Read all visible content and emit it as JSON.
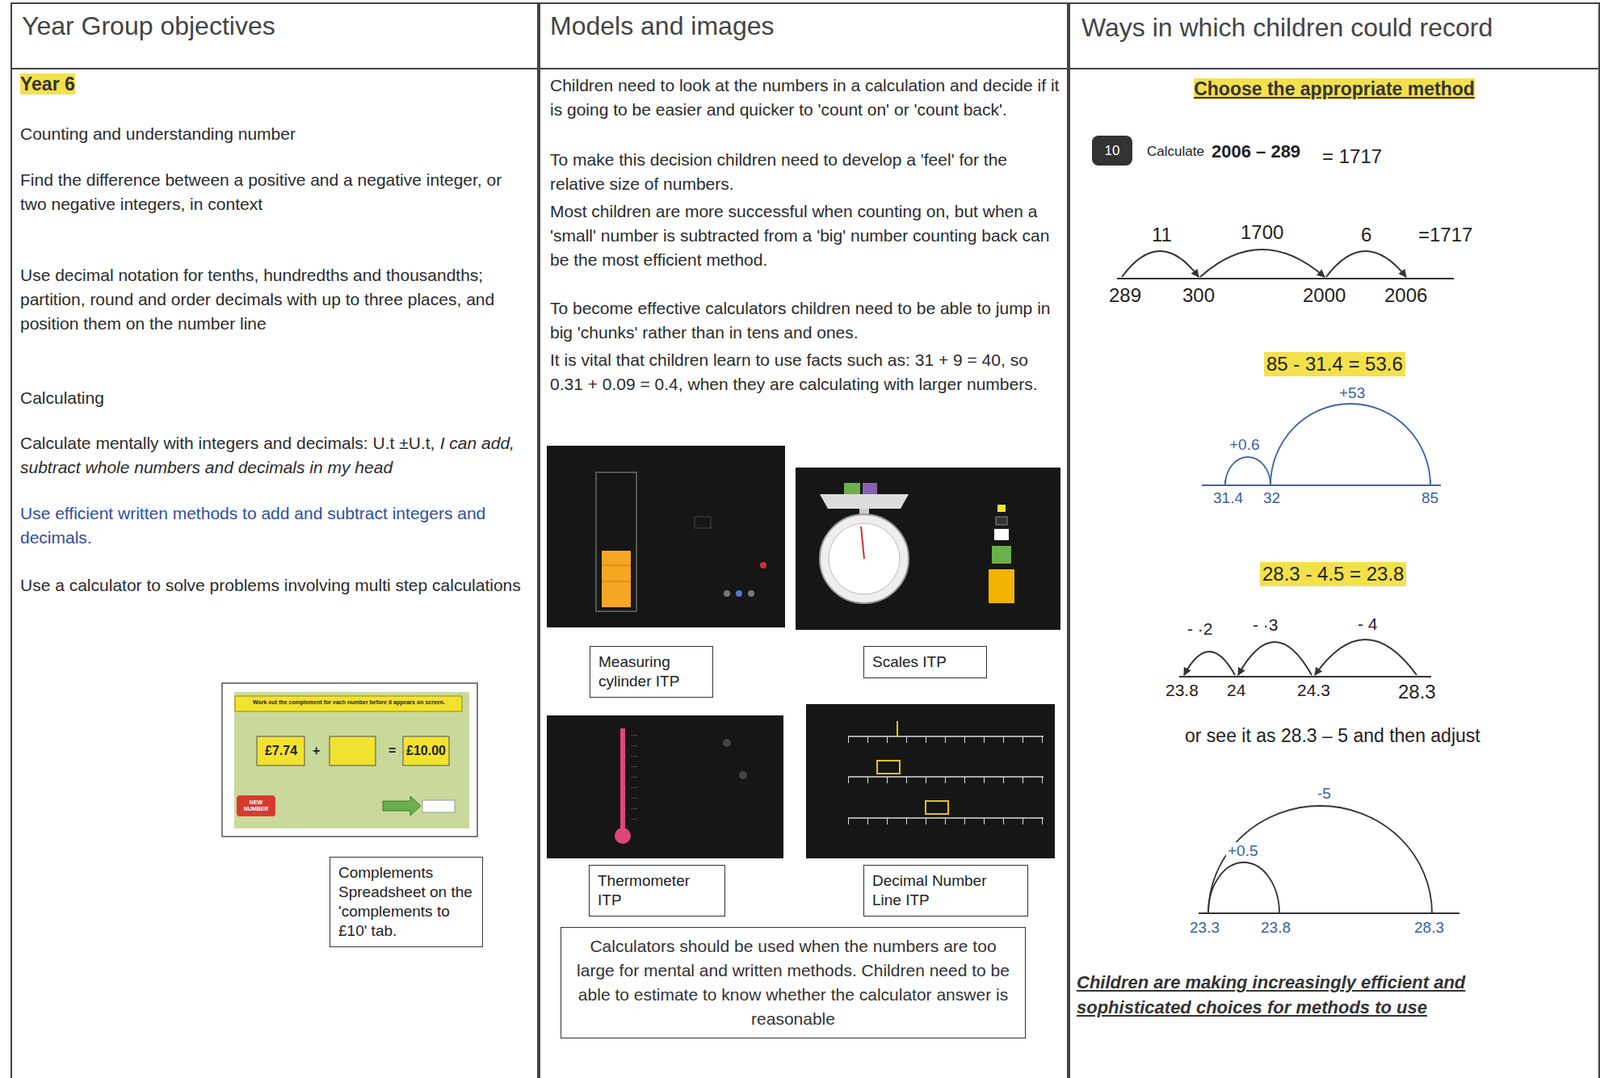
{
  "diagram": {
    "nodes": [
      {
        "text": [
          "Year Group objectives",
          "Year 6",
          "Counting and understanding number",
          "Find the difference between a positive and a negative integer, or two negative integers, in context",
          "Use decimal notation for tenths, hundredths and thousandths; partition, round and order decimals with up to three places, and position them on the number line",
          "Calculating",
          "Calculate mentally with integers and decimals: U.t ±U.t,",
          "I can add, subtract  whole numbers and decimals in my head",
          "Use efficient written methods to add and subtract integers and decimals.",
          "Use a calculator to solve problems involving multi step calculations"
        ]
      },
      {
        "text": [
          "Models and images",
          "Children need to look at the numbers in a calculation and decide if it is going to be easier and quicker to 'count on' or 'count back'.",
          "To make this decision children need to develop a 'feel' for the relative size of numbers.",
          "Most children are more successful when counting on, but when a 'small' number is subtracted from a 'big' number counting back can be the most efficient method.",
          "To become effective calculators children need to be able to jump in big 'chunks' rather than in tens and ones.",
          "It is vital that children learn to use facts such as: 31 + 9 = 40, so 0.31 + 0.09 = 0.4, when they are calculating with larger numbers."
        ]
      },
      {
        "text": [
          "Ways in which children could record",
          "Choose the appropriate method",
          "Children are making increasingly efficient and sophisticated choices for methods to use"
        ]
      },
      {
        "text": [
          "Complements Spreadsheet on the 'complements to £10' tab."
        ],
        "in": 0
      },
      {
        "text": [
          "Measuring cylinder ITP"
        ],
        "in": 1
      },
      {
        "text": [
          "Scales ITP"
        ],
        "in": 1
      },
      {
        "text": [
          "Thermometer ITP"
        ],
        "in": 1
      },
      {
        "text": [
          "Decimal Number Line ITP"
        ],
        "in": 1
      },
      {
        "text": [
          "Calculators should be used when the numbers are too large for mental and written methods. Children need to be able to estimate to know whether the calculator answer is reasonable"
        ],
        "in": 1
      },
      {
        "text": [
          "10"
        ],
        "in": 2
      }
    ],
    "labels": [
      "Work out the complement for each number before it appears on screen.",
      "£7.74",
      "+",
      "£10.00",
      "=",
      "NEW NUMBER",
      "Calculate",
      "2006 – 289",
      "= 1717",
      "11",
      "1700",
      "6",
      "=1717",
      "289",
      "300",
      "2000",
      "2006",
      "85 - 31.4 = 53.6",
      "+53",
      "+0.6",
      "31.4",
      "32",
      "85",
      "28.3 - 4.5  = 23.8",
      "- ·2",
      "- ·3",
      "- 4",
      "23.8",
      "24",
      "24.3",
      "28.3",
      "or see it as 28.3 – 5 and then adjust",
      "-5",
      "+0.5",
      "23.3",
      "23.8",
      "28.3"
    ]
  }
}
